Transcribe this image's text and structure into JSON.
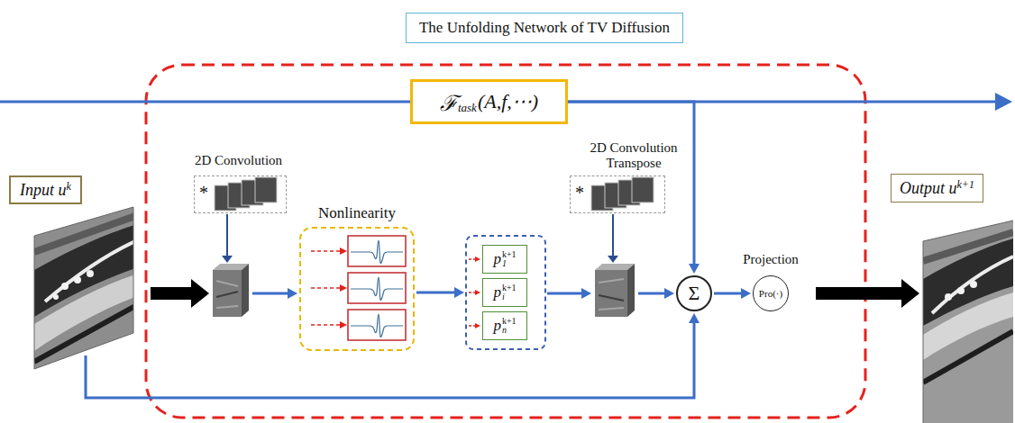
{
  "diagram": {
    "title": "The Unfolding Network of TV Diffusion",
    "nodes": [
      {
        "text": [
          "ℱ",
          "task",
          "(A,f,⋯)"
        ]
      },
      {
        "text": [
          "Input u",
          "k"
        ]
      },
      {
        "text": [
          "2D Convolution",
          "*"
        ]
      },
      {
        "text": [
          "Nonlinearity"
        ]
      },
      {
        "text": [
          "p",
          "1",
          "k+1"
        ]
      },
      {
        "text": [
          "p",
          "i",
          "k+1"
        ]
      },
      {
        "text": [
          "p",
          "n",
          "k+1"
        ]
      },
      {
        "text": [
          "2D Convolution Transpose",
          "*"
        ]
      },
      {
        "text": [
          "Σ"
        ]
      },
      {
        "text": [
          "Projection",
          "Pro(·)"
        ]
      },
      {
        "text": [
          "Output u",
          "k+1"
        ]
      }
    ],
    "edges": [
      {
        "from": 1,
        "to": 2,
        "arrow": "to"
      },
      {
        "from": 2,
        "to": 3,
        "arrow": "to"
      },
      {
        "from": 3,
        "to": 5,
        "arrow": "to"
      },
      {
        "from": 5,
        "to": 7,
        "arrow": "to"
      },
      {
        "from": 7,
        "to": 8,
        "arrow": "to"
      },
      {
        "from": 0,
        "to": 8,
        "arrow": "to"
      },
      {
        "from": 1,
        "to": 8,
        "arrow": "to"
      },
      {
        "from": 8,
        "to": 9,
        "arrow": "to"
      },
      {
        "from": 9,
        "to": 10,
        "arrow": "to"
      }
    ]
  }
}
